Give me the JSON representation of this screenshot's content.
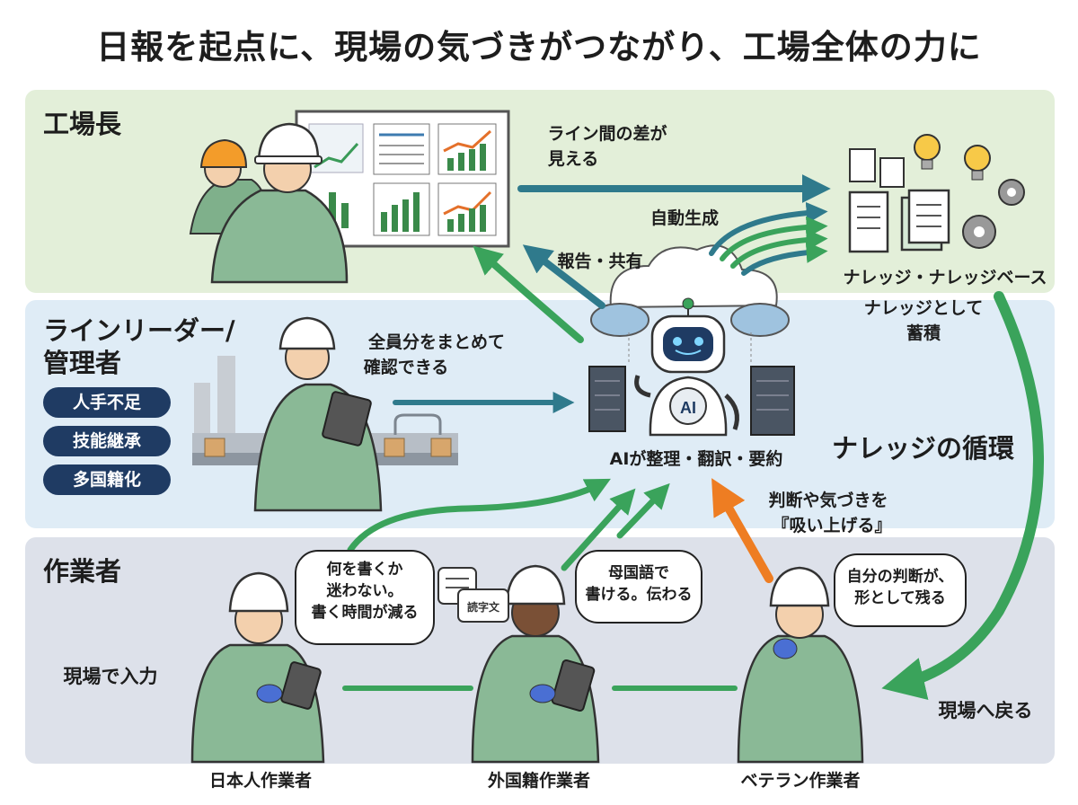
{
  "title": "日報を起点に、現場の気づきがつながり、工場全体の力に",
  "roles": {
    "factory_manager": "工場長",
    "line_leader": [
      "ラインリーダー/",
      "管理者"
    ],
    "workers": "作業者"
  },
  "badges": [
    "人手不足",
    "技能継承",
    "多国籍化"
  ],
  "labels": {
    "line_diff": [
      "ライン間の差が",
      "見える"
    ],
    "auto_generate": "自動生成",
    "report_share": "報告・共有",
    "knowledge_base": "ナレッジ・ナレッジベース",
    "accumulate": [
      "ナレッジとして",
      "蓄積"
    ],
    "confirm_all": [
      "全員分をまとめて",
      "確認できる"
    ],
    "ai_process": "AIが整理・翻訳・要約",
    "knowledge_cycle": "ナレッジの循環",
    "absorb": [
      "判断や気づきを",
      "『吸い上げる』"
    ],
    "field_input": "現場で入力",
    "back_to_field": "現場へ戻る"
  },
  "bubbles": {
    "japanese": [
      "何を書くか",
      "迷わない。",
      "書く時間が減る"
    ],
    "foreign": [
      "母国語で",
      "書ける。伝わる"
    ],
    "veteran": [
      "自分の判断が、",
      "形として残る"
    ]
  },
  "translate_icon_text": "読字文",
  "robot_badge": "AI",
  "workers": [
    "日本人作業者",
    "外国籍作業者",
    "ベテラン作業者"
  ],
  "colors": {
    "green_arrow": "#3aa35b",
    "teal_arrow": "#2f7a8c",
    "orange_arrow": "#ee7d22",
    "badge": "#1f3b63",
    "band_top": "#e3efd9",
    "band_mid": "#dfecf6",
    "band_bot": "#dde1ea"
  }
}
